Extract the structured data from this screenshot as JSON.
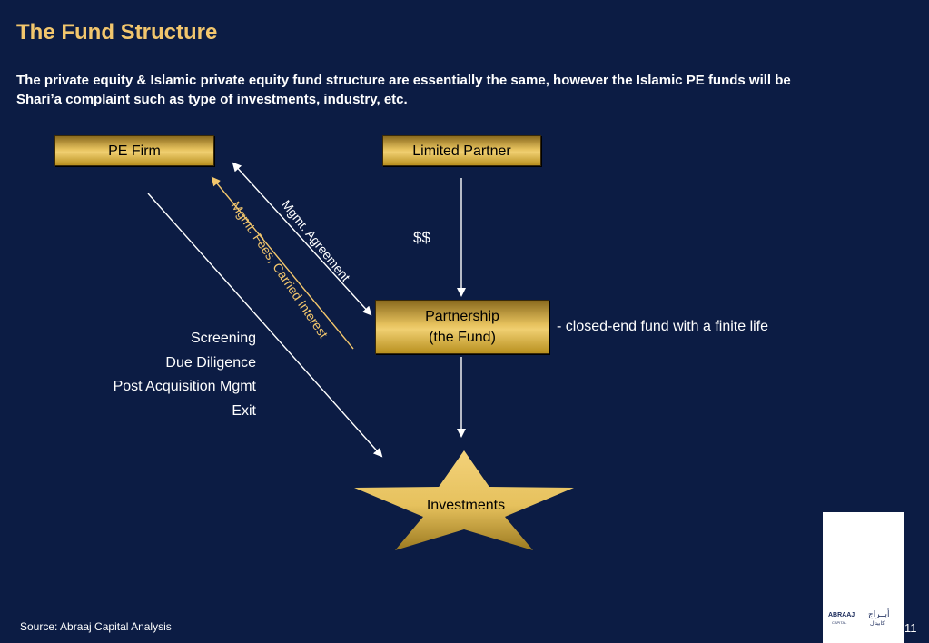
{
  "slide": {
    "title": "The Fund Structure",
    "subtitle": "The private equity & Islamic private equity fund structure are essentially the same, however the Islamic PE funds will be Shari’a complaint such as type of investments, industry, etc.",
    "source": "Source: Abraaj Capital Analysis",
    "page_number": "11"
  },
  "diagram": {
    "nodes": {
      "pe_firm": "PE Firm",
      "limited_partner": "Limited Partner",
      "partnership_line1": "Partnership",
      "partnership_line2": "(the Fund)",
      "investments": "Investments"
    },
    "edge_labels": {
      "mgmt_agreement": "Mgmt. Agreement",
      "mgmt_fees": "Mgmt. Fees, Carried Interest",
      "capital": "$$"
    },
    "fund_note": "- closed-end fund with a finite life",
    "pe_activities": [
      "Screening",
      "Due Diligence",
      "Post Acquisition Mgmt",
      "Exit"
    ]
  },
  "logo": {
    "text_latin": "ABRAAJ",
    "text_latin_sub": "CAPITAL",
    "text_arabic": "أبــراج",
    "text_arabic_sub": "كابيتال"
  },
  "colors": {
    "background": "#0c1c44",
    "title": "#f2c66d",
    "gold": "#e6c15d",
    "fees_line": "#f2c66d"
  }
}
